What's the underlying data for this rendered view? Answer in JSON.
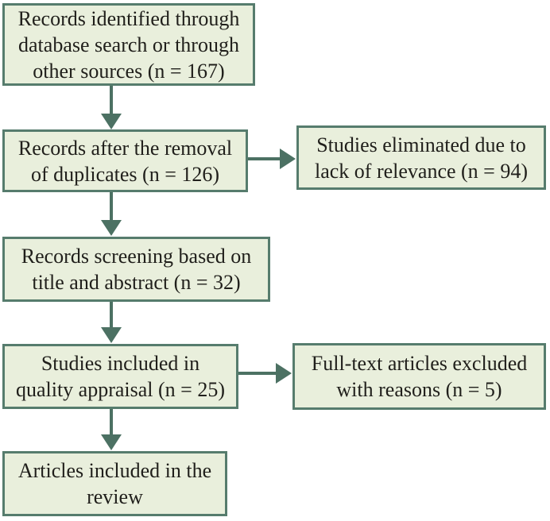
{
  "diagram": {
    "type": "flowchart",
    "nodes": [
      {
        "id": "records-identified",
        "n": 167,
        "text": "Records identified through\ndatabase search or through\nother sources (n = 167)"
      },
      {
        "id": "records-after-duplicates",
        "n": 126,
        "text": "Records after the removal\nof duplicates (n = 126)"
      },
      {
        "id": "studies-eliminated",
        "n": 94,
        "text": "Studies eliminated due to\nlack of relevance (n = 94)"
      },
      {
        "id": "records-screening",
        "n": 32,
        "text": "Records screening based on\ntitle and abstract (n = 32)"
      },
      {
        "id": "studies-quality-appraisal",
        "n": 25,
        "text": "Studies included in\nquality appraisal (n = 25)"
      },
      {
        "id": "fulltext-excluded",
        "n": 5,
        "text": "Full-text articles excluded\nwith reasons (n = 5)"
      },
      {
        "id": "articles-included",
        "text": "Articles included in the\nreview"
      }
    ],
    "edges": [
      {
        "from": "records-identified",
        "to": "records-after-duplicates",
        "direction": "down"
      },
      {
        "from": "records-after-duplicates",
        "to": "studies-eliminated",
        "direction": "right"
      },
      {
        "from": "records-after-duplicates",
        "to": "records-screening",
        "direction": "down"
      },
      {
        "from": "records-screening",
        "to": "studies-quality-appraisal",
        "direction": "down"
      },
      {
        "from": "studies-quality-appraisal",
        "to": "fulltext-excluded",
        "direction": "right"
      },
      {
        "from": "studies-quality-appraisal",
        "to": "articles-included",
        "direction": "down"
      }
    ],
    "colors": {
      "box_fill": "#e9efdc",
      "box_border": "#567c6d",
      "arrow": "#4c7163",
      "text": "#201f1b",
      "background": "#ffffff"
    }
  }
}
